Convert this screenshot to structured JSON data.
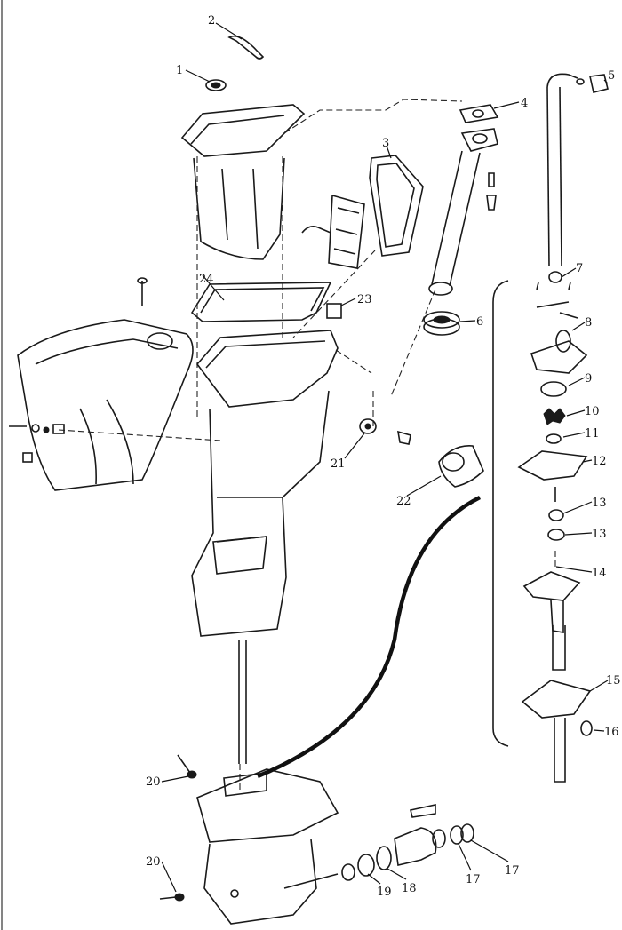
{
  "callouts": [
    "1",
    "2",
    "3",
    "4",
    "5",
    "6",
    "7",
    "8",
    "9",
    "10",
    "11",
    "12",
    "13",
    "13",
    "14",
    "15",
    "16",
    "17",
    "17",
    "18",
    "19",
    "20",
    "20",
    "21",
    "22",
    "23",
    "24"
  ],
  "colors": {
    "line": "#1a1a1a",
    "background": "#ffffff"
  }
}
